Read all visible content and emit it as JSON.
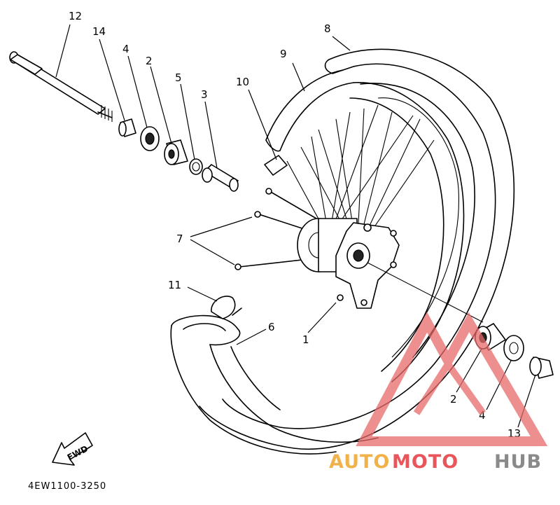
{
  "diagram": {
    "part_code": "4EW1100-3250",
    "fwd_label": "FWD",
    "callouts": [
      {
        "id": "c12",
        "label": "12"
      },
      {
        "id": "c14",
        "label": "14"
      },
      {
        "id": "c4a",
        "label": "4"
      },
      {
        "id": "c2a",
        "label": "2"
      },
      {
        "id": "c5",
        "label": "5"
      },
      {
        "id": "c3",
        "label": "3"
      },
      {
        "id": "c10",
        "label": "10"
      },
      {
        "id": "c9",
        "label": "9"
      },
      {
        "id": "c8",
        "label": "8"
      },
      {
        "id": "c7",
        "label": "7"
      },
      {
        "id": "c11",
        "label": "11"
      },
      {
        "id": "c6",
        "label": "6"
      },
      {
        "id": "c1",
        "label": "1"
      },
      {
        "id": "c2b",
        "label": "2"
      },
      {
        "id": "c4b",
        "label": "4"
      },
      {
        "id": "c13",
        "label": "13"
      }
    ]
  },
  "watermark": {
    "brand_auto": "AUTO",
    "brand_moto": "MOTO",
    "brand_hub": "HUB",
    "colors": {
      "auto": "#f2b24a",
      "moto": "#e8555a",
      "hub": "#8a8a8a",
      "logo": "#e86a6a"
    }
  }
}
